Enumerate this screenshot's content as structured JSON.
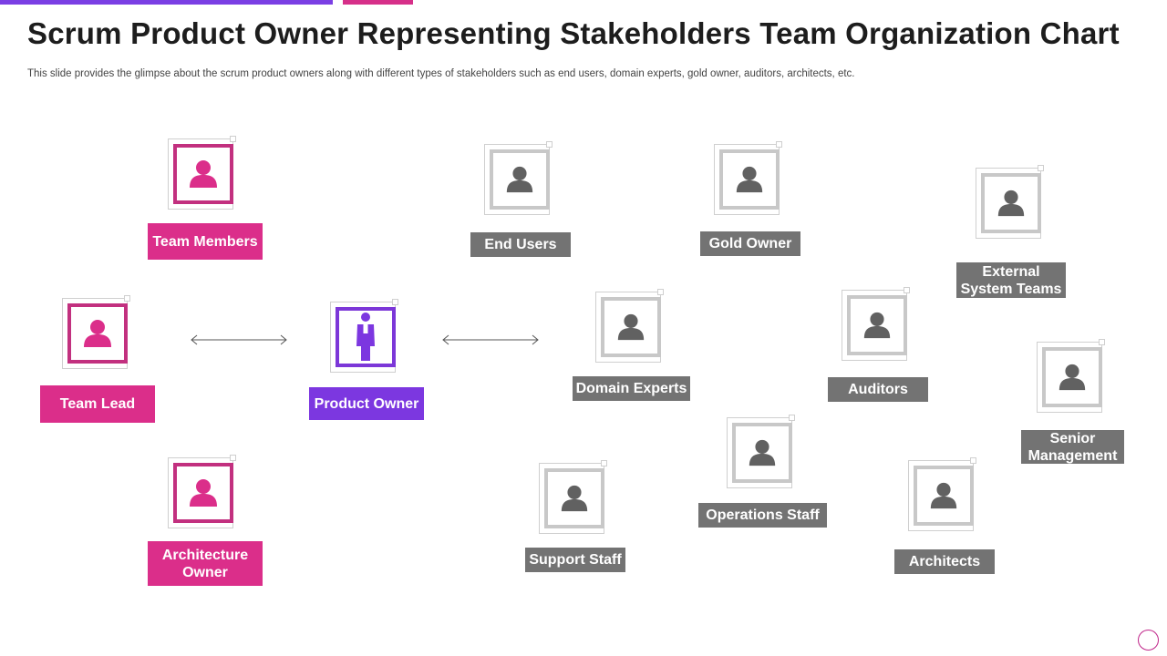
{
  "header": {
    "title": "Scrum Product Owner Representing Stakeholders Team Organization Chart",
    "subtitle": "This slide provides the glimpse about the scrum product owners along with different types of stakeholders such as end users, domain experts, gold owner, auditors, architects, etc."
  },
  "colors": {
    "team_accent": "#db2e8a",
    "owner_accent": "#7c37e0",
    "stakeholder_gray": "#737373",
    "top_bar_purple": "#7b3fe4",
    "top_bar_pink": "#d62f89"
  },
  "team": {
    "team_members": "Team Members",
    "team_lead": "Team Lead",
    "architecture_owner": "Architecture Owner"
  },
  "owner": {
    "product_owner": "Product Owner"
  },
  "stakeholders": {
    "end_users": "End Users",
    "gold_owner": "Gold Owner",
    "external_system_teams": "External System Teams",
    "domain_experts": "Domain Experts",
    "auditors": "Auditors",
    "senior_management": "Senior Management",
    "operations_staff": "Operations Staff",
    "support_staff": "Support Staff",
    "architects": "Architects"
  },
  "icons": {
    "person": "person-icon",
    "owner": "product-owner-icon",
    "arrow": "double-arrow-icon"
  }
}
